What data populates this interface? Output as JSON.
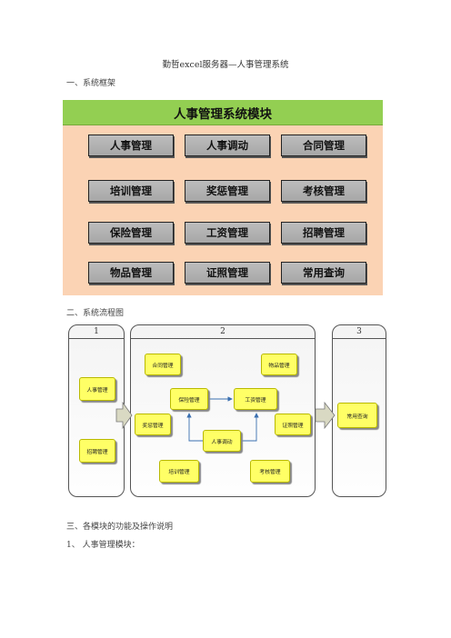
{
  "doc": {
    "title": "勤哲excel服务器—人事管理系统",
    "section1": "一、系统框架",
    "section2": "二、系统流程图",
    "section3": "三、各模块的功能及操作说明",
    "section3_1": "1、 人事管理模块："
  },
  "framework": {
    "header": "人事管理系统模块",
    "modules": [
      "人事管理",
      "人事调动",
      "合同管理",
      "培训管理",
      "奖惩管理",
      "考核管理",
      "保险管理",
      "工资管理",
      "招聘管理",
      "物品管理",
      "证照管理",
      "常用查询"
    ],
    "colors": {
      "header": "#93cf52",
      "background": "#fbd3b4",
      "button": "#b3b3b3"
    }
  },
  "flow": {
    "panels": [
      "1",
      "2",
      "3"
    ],
    "panel1_nodes": [
      "人事管理",
      "招聘管理"
    ],
    "panel2_nodes": {
      "contract": "合同管理",
      "items": "物品管理",
      "insurance": "保险管理",
      "salary": "工资管理",
      "reward": "奖惩管理",
      "transfer": "人事调动",
      "license": "证照管理",
      "training": "培训管理",
      "assessment": "考核管理"
    },
    "panel3_nodes": [
      "常用查询"
    ],
    "colors": {
      "node": "#ffff66",
      "arrow": "#3a6fb0",
      "big_arrow": "#d9d9c3"
    }
  }
}
